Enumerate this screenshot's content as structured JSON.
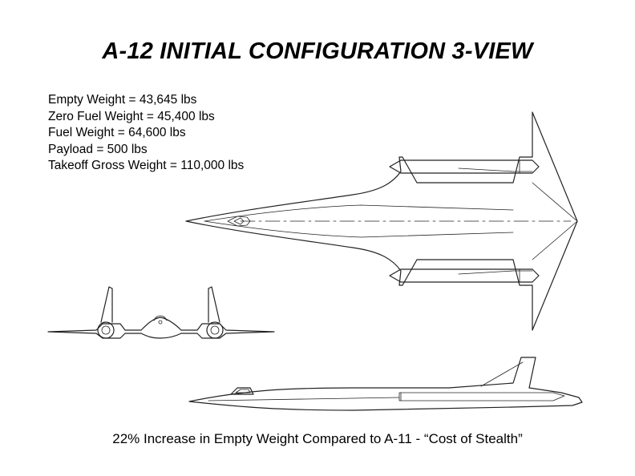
{
  "title": "A-12 INITIAL CONFIGURATION 3-VIEW",
  "weights": [
    "Empty Weight = 43,645 lbs",
    "Zero Fuel Weight = 45,400 lbs",
    "Fuel Weight = 64,600 lbs",
    "Payload = 500 lbs",
    "Takeoff Gross Weight = 110,000 lbs"
  ],
  "caption": "22% Increase in Empty Weight Compared to A-11 - “Cost of Stealth”",
  "drawings": {
    "top_view": "aircraft-top-view",
    "front_view": "aircraft-front-view",
    "side_view": "aircraft-side-view"
  }
}
